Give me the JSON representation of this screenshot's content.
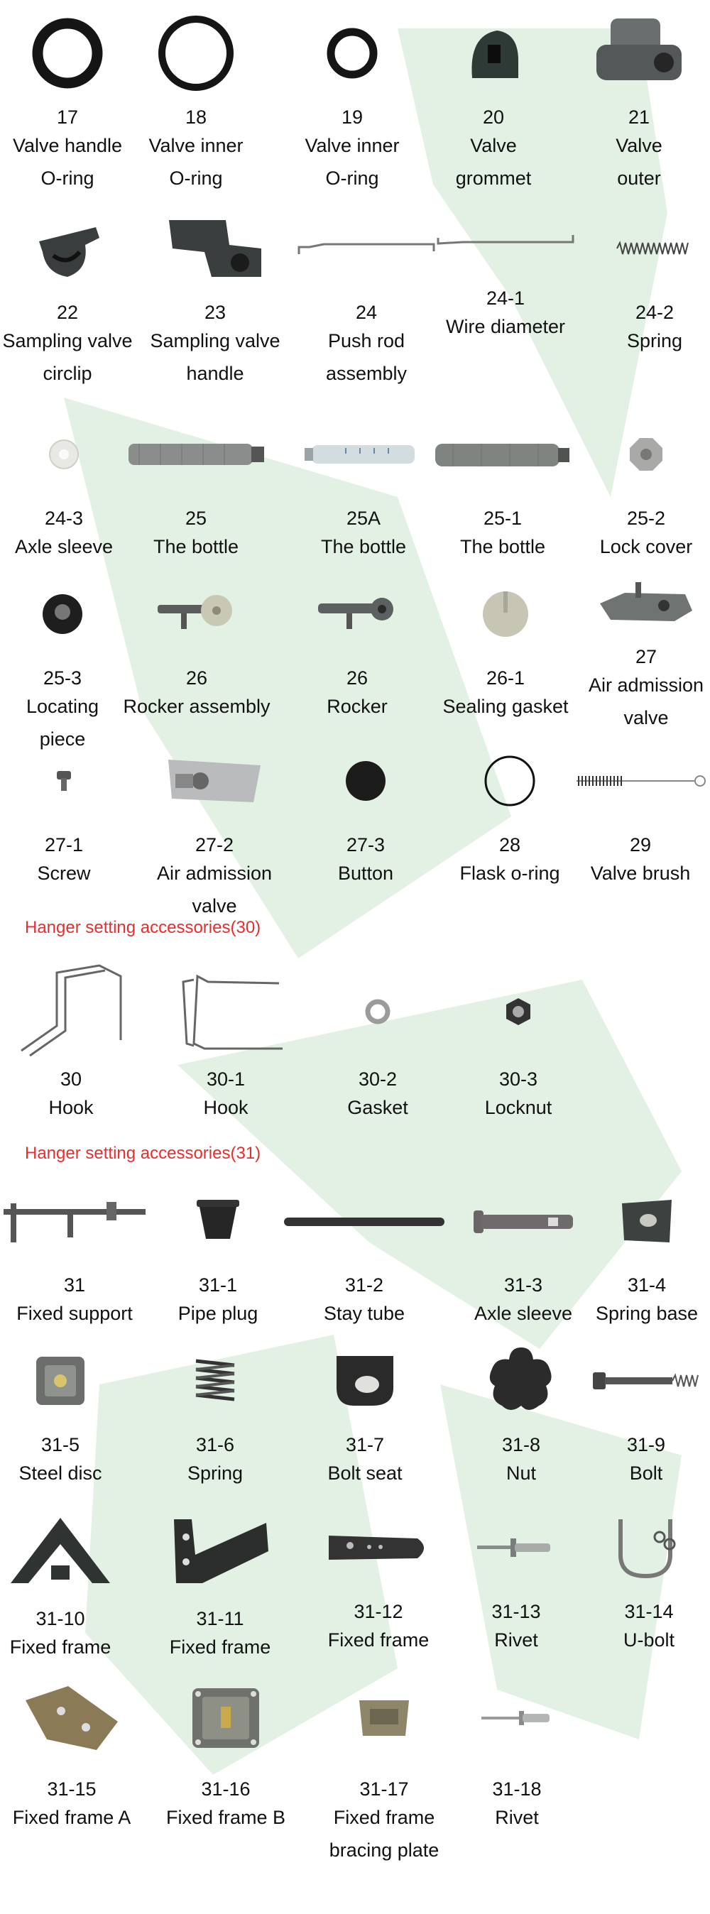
{
  "rows": [
    [
      {
        "num": "17",
        "lines": [
          "Valve handle",
          "O-ring"
        ]
      },
      {
        "num": "18",
        "lines": [
          "Valve inner",
          "O-ring"
        ]
      },
      {
        "num": "19",
        "lines": [
          "Valve inner",
          "O-ring"
        ]
      },
      {
        "num": "20",
        "lines": [
          "Valve",
          "grommet"
        ]
      },
      {
        "num": "21",
        "lines": [
          "Valve",
          "outer"
        ]
      }
    ],
    [
      {
        "num": "22",
        "lines": [
          "Sampling valve",
          "circlip"
        ]
      },
      {
        "num": "23",
        "lines": [
          "Sampling valve",
          "handle"
        ]
      },
      {
        "num": "24",
        "lines": [
          "Push rod",
          "assembly"
        ]
      },
      {
        "num": "24-1",
        "lines": [
          "Wire diameter"
        ]
      },
      {
        "num": "24-2",
        "lines": [
          "Spring"
        ]
      }
    ],
    [
      {
        "num": "24-3",
        "lines": [
          "Axle sleeve"
        ]
      },
      {
        "num": "25",
        "lines": [
          "The bottle"
        ]
      },
      {
        "num": "25A",
        "lines": [
          "The bottle"
        ]
      },
      {
        "num": "25-1",
        "lines": [
          "The bottle"
        ]
      },
      {
        "num": "25-2",
        "lines": [
          "Lock cover"
        ]
      }
    ],
    [
      {
        "num": "25-3",
        "lines": [
          "Locating",
          "piece"
        ]
      },
      {
        "num": "26",
        "lines": [
          "Rocker assembly"
        ]
      },
      {
        "num": "26",
        "lines": [
          "Rocker"
        ]
      },
      {
        "num": "26-1",
        "lines": [
          "Sealing gasket"
        ]
      },
      {
        "num": "27",
        "lines": [
          "Air admission",
          "valve"
        ]
      }
    ],
    [
      {
        "num": "27-1",
        "lines": [
          "Screw"
        ]
      },
      {
        "num": "27-2",
        "lines": [
          "Air admission valve"
        ]
      },
      {
        "num": "27-3",
        "lines": [
          "Button"
        ]
      },
      {
        "num": "28",
        "lines": [
          "Flask o-ring"
        ]
      },
      {
        "num": "29",
        "lines": [
          "Valve brush"
        ]
      }
    ],
    [
      {
        "num": "30",
        "lines": [
          "Hook"
        ]
      },
      {
        "num": "30-1",
        "lines": [
          "Hook"
        ]
      },
      {
        "num": "30-2",
        "lines": [
          "Gasket"
        ]
      },
      {
        "num": "30-3",
        "lines": [
          "Locknut"
        ]
      }
    ],
    [
      {
        "num": "31",
        "lines": [
          "Fixed support"
        ]
      },
      {
        "num": "31-1",
        "lines": [
          "Pipe plug"
        ]
      },
      {
        "num": "31-2",
        "lines": [
          "Stay tube"
        ]
      },
      {
        "num": "31-3",
        "lines": [
          "Axle sleeve"
        ]
      },
      {
        "num": "31-4",
        "lines": [
          "Spring base"
        ]
      }
    ],
    [
      {
        "num": "31-5",
        "lines": [
          "Steel disc"
        ]
      },
      {
        "num": "31-6",
        "lines": [
          "Spring"
        ]
      },
      {
        "num": "31-7",
        "lines": [
          "Bolt seat"
        ]
      },
      {
        "num": "31-8",
        "lines": [
          "Nut"
        ]
      },
      {
        "num": "31-9",
        "lines": [
          "Bolt"
        ]
      }
    ],
    [
      {
        "num": "31-10",
        "lines": [
          "Fixed frame"
        ]
      },
      {
        "num": "31-11",
        "lines": [
          "Fixed frame"
        ]
      },
      {
        "num": "31-12",
        "lines": [
          "Fixed frame"
        ]
      },
      {
        "num": "31-13",
        "lines": [
          "Rivet"
        ]
      },
      {
        "num": "31-14",
        "lines": [
          "U-bolt"
        ]
      }
    ],
    [
      {
        "num": "31-15",
        "lines": [
          "Fixed frame A"
        ]
      },
      {
        "num": "31-16",
        "lines": [
          "Fixed frame B"
        ]
      },
      {
        "num": "31-17",
        "lines": [
          "Fixed frame",
          "bracing plate"
        ]
      },
      {
        "num": "31-18",
        "lines": [
          "Rivet"
        ]
      }
    ]
  ],
  "sections": [
    {
      "title": "Hanger setting accessories(30)"
    },
    {
      "title": "Hanger setting accessories(31)"
    }
  ],
  "colors": {
    "section_title": "#e3302f",
    "watermark": "#e3f1e5",
    "text": "#111111"
  }
}
